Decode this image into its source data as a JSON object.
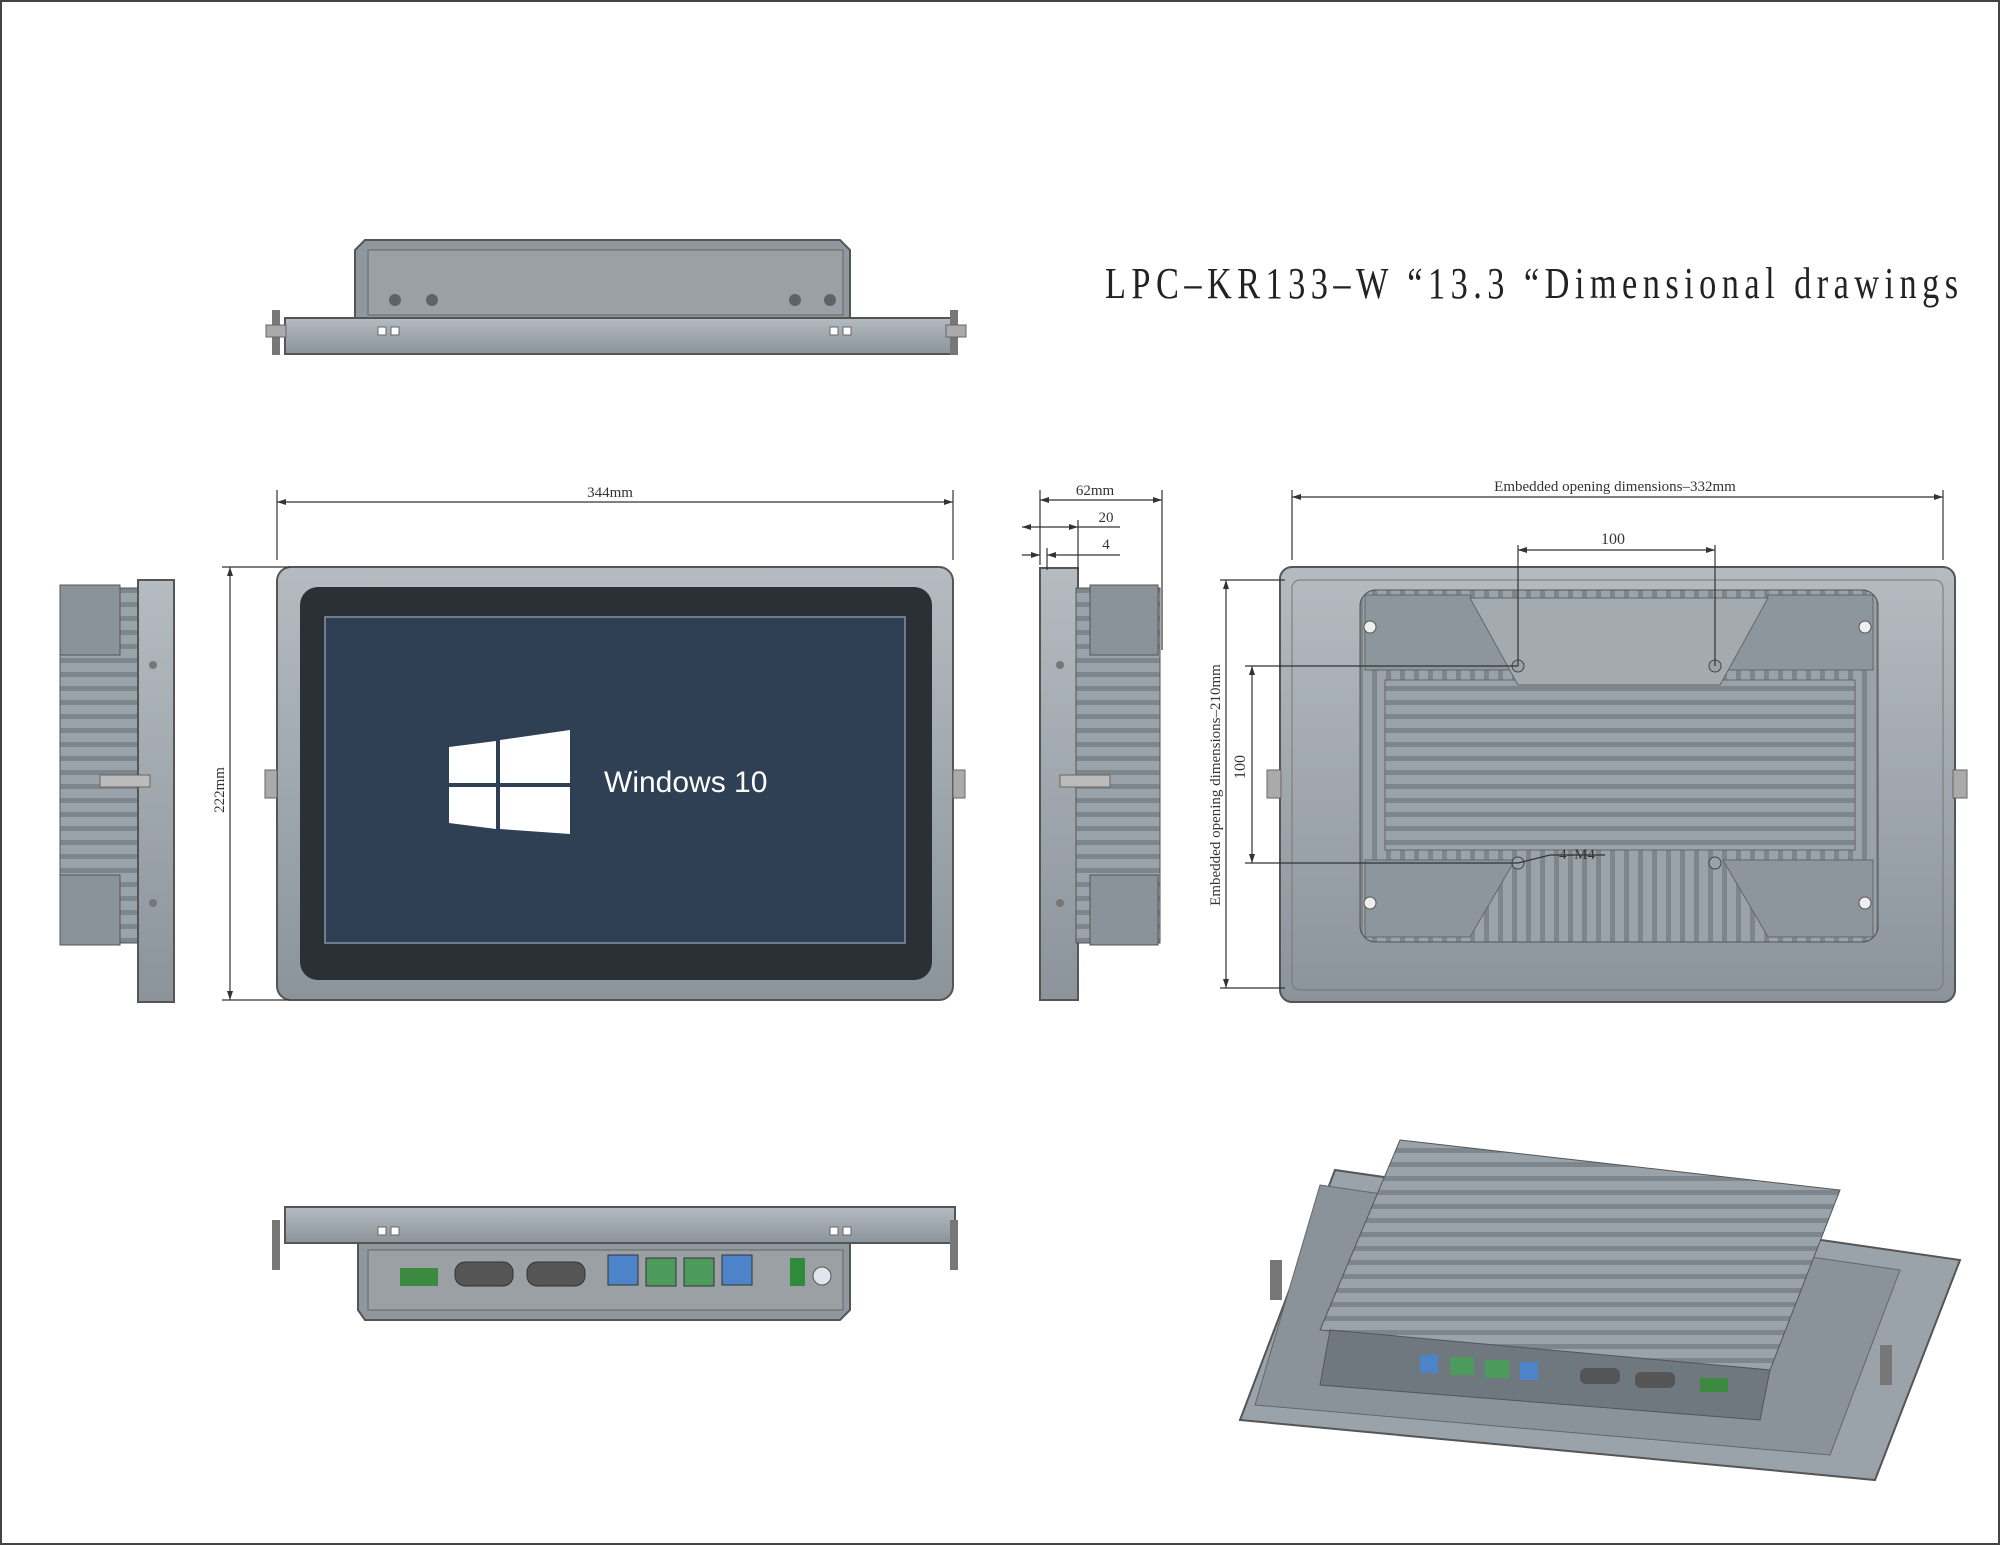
{
  "title": "LPC–KR133–W  “13.3 “Dimensional drawings",
  "screen": {
    "os_label": "Windows 10",
    "logo": "windows-logo-icon"
  },
  "dimensions": {
    "width": "344mm",
    "height": "222mm",
    "depth": "62mm",
    "depth_bezel": "20",
    "depth_front": "4",
    "opening_width": "Embedded opening dimensions–332mm",
    "opening_height": "Embedded opening dimensions–210mm",
    "vesa_h": "100",
    "vesa_v": "100",
    "screws": "4–M4"
  },
  "colors": {
    "chassis": "#9aa3aa",
    "chassis_dark": "#6e767c",
    "bezel": "#2b3036",
    "screen": "#2f3f54",
    "line": "#333333"
  }
}
